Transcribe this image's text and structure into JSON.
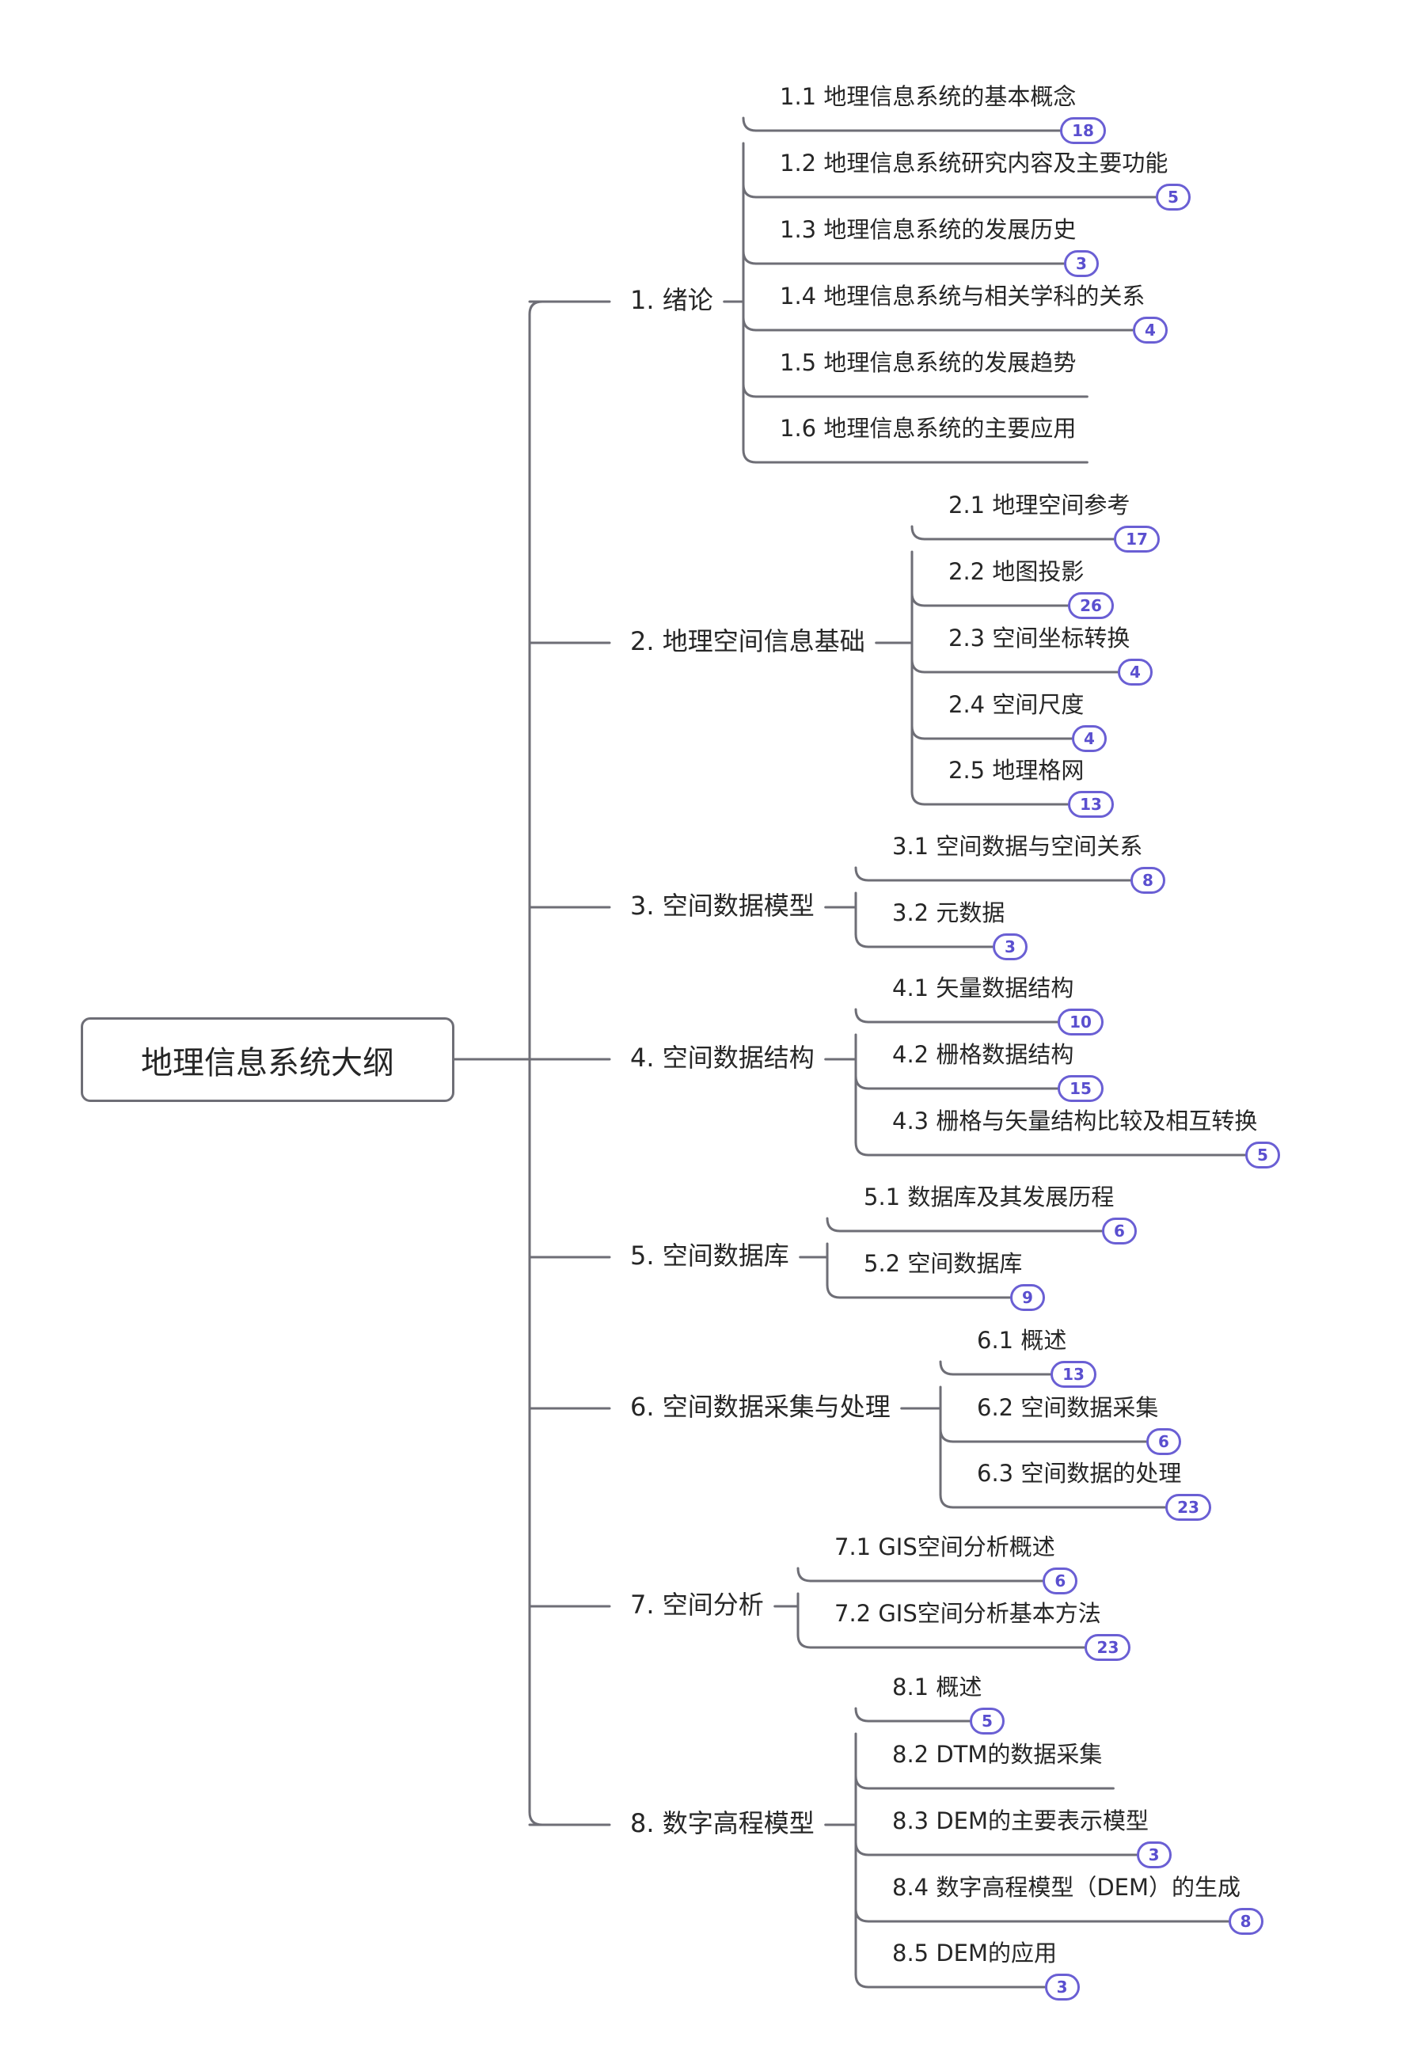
{
  "root": {
    "title": "地理信息系统大纲"
  },
  "chapters": [
    {
      "label": "1. 绪论",
      "children": [
        {
          "label": "1.1 地理信息系统的基本概念",
          "badge": "18"
        },
        {
          "label": "1.2 地理信息系统研究内容及主要功能",
          "badge": "5"
        },
        {
          "label": "1.3 地理信息系统的发展历史",
          "badge": "3"
        },
        {
          "label": "1.4 地理信息系统与相关学科的关系",
          "badge": "4"
        },
        {
          "label": "1.5 地理信息系统的发展趋势",
          "badge": null
        },
        {
          "label": "1.6 地理信息系统的主要应用",
          "badge": null
        }
      ]
    },
    {
      "label": "2. 地理空间信息基础",
      "children": [
        {
          "label": "2.1 地理空间参考",
          "badge": "17"
        },
        {
          "label": "2.2 地图投影",
          "badge": "26"
        },
        {
          "label": "2.3 空间坐标转换",
          "badge": "4"
        },
        {
          "label": "2.4 空间尺度",
          "badge": "4"
        },
        {
          "label": "2.5 地理格网",
          "badge": "13"
        }
      ]
    },
    {
      "label": "3. 空间数据模型",
      "children": [
        {
          "label": "3.1 空间数据与空间关系",
          "badge": "8"
        },
        {
          "label": "3.2 元数据",
          "badge": "3"
        }
      ]
    },
    {
      "label": "4. 空间数据结构",
      "children": [
        {
          "label": "4.1 矢量数据结构",
          "badge": "10"
        },
        {
          "label": "4.2 栅格数据结构",
          "badge": "15"
        },
        {
          "label": "4.3 栅格与矢量结构比较及相互转换",
          "badge": "5"
        }
      ]
    },
    {
      "label": "5. 空间数据库",
      "children": [
        {
          "label": "5.1 数据库及其发展历程",
          "badge": "6"
        },
        {
          "label": "5.2 空间数据库",
          "badge": "9"
        }
      ]
    },
    {
      "label": "6. 空间数据采集与处理",
      "children": [
        {
          "label": "6.1 概述",
          "badge": "13"
        },
        {
          "label": "6.2 空间数据采集",
          "badge": "6"
        },
        {
          "label": "6.3 空间数据的处理",
          "badge": "23"
        }
      ]
    },
    {
      "label": "7. 空间分析",
      "children": [
        {
          "label": "7.1 GIS空间分析概述",
          "badge": "6"
        },
        {
          "label": "7.2 GIS空间分析基本方法",
          "badge": "23"
        }
      ]
    },
    {
      "label": "8. 数字高程模型",
      "children": [
        {
          "label": "8.1 概述",
          "badge": "5"
        },
        {
          "label": "8.2 DTM的数据采集",
          "badge": null
        },
        {
          "label": "8.3 DEM的主要表示模型",
          "badge": "3"
        },
        {
          "label": "8.4 数字高程模型（DEM）的生成",
          "badge": "8"
        },
        {
          "label": "8.5 DEM的应用",
          "badge": "3"
        }
      ]
    }
  ]
}
